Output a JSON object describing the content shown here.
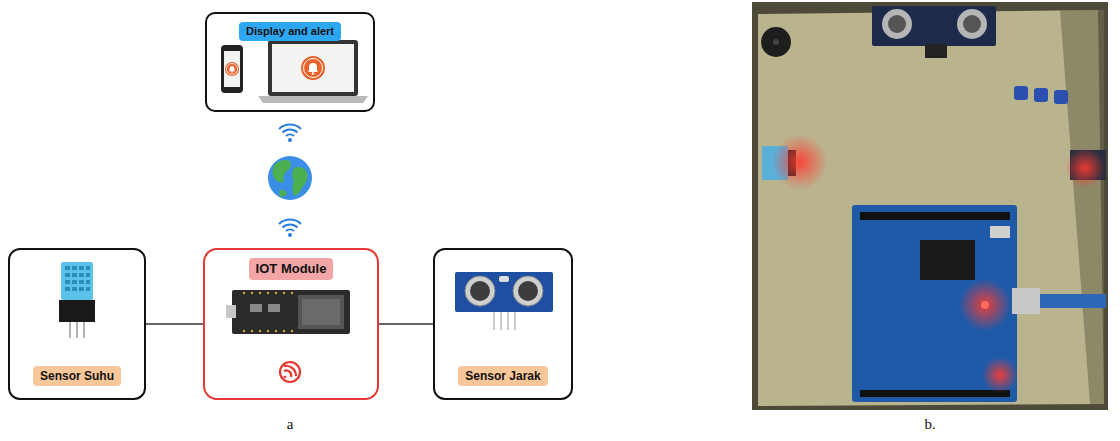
{
  "diagram": {
    "nodes": [
      {
        "text": [
          "Display and alert"
        ]
      },
      {
        "text": [
          "Sensor Suhu"
        ]
      },
      {
        "text": [
          "IOT Module"
        ]
      },
      {
        "text": [
          "Sensor Jarak"
        ]
      }
    ],
    "edges": [
      {
        "from": 1,
        "to": 2,
        "arrow": "none"
      },
      {
        "from": 2,
        "to": 3,
        "arrow": "none"
      }
    ],
    "labels": [
      "a",
      "b."
    ]
  }
}
